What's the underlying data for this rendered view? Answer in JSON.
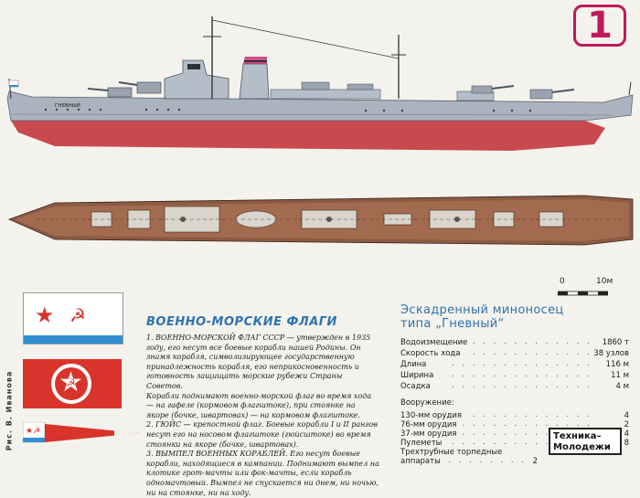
{
  "page_number": "1",
  "credit": "Рис. В. Иванова",
  "flags_section": {
    "title": "ВОЕННО-МОРСКИЕ ФЛАГИ",
    "paragraphs": [
      "1. ВОЕННО-МОРСКОЙ ФЛАГ СССР — утвержден в 1935 году, его несут все боевые корабли нашей Родины. Он знамя корабля, символизирующее государственную принадлежность корабля, его неприкосновенность и готовность защищать морские рубежи Страны Советов.",
      "Корабли поднимают военно-морской флаг во время хода — на гафеле (кормовом флагштоке), при стоянке на якоре (бочке, швартовах) — на кормовом флагштоке.",
      "2. ГЮЙС — крепостной флаг. Боевые корабли I и II рангов несут его на носовом флагштоке (гюйсштоке) во время стоянки на якоре (бочке, швартовах).",
      "3. ВЫМПЕЛ ВОЕННЫХ КОРАБЛЕЙ. Его несут боевые корабли, находящиеся в кампании. Поднимают вымпел на клотике грот-мачты или фок-мачты, если корабль одномачтовый. Вымпел не спускается ни днем, ни ночью, ни на стоянке, ни на ходу."
    ]
  },
  "ship_name": "ГНЕВНЫЙ",
  "scale": {
    "start": "0",
    "end": "10м"
  },
  "specs": {
    "title_line1": "Эскадренный миноносец",
    "title_line2": "типа „Гневный“",
    "rows": [
      {
        "label": "Водоизмещение",
        "value": "1860 т"
      },
      {
        "label": "Скорость хода",
        "value": "38 узлов"
      },
      {
        "label": "Длина",
        "value": "116 м"
      },
      {
        "label": "Ширина",
        "value": "11 м"
      },
      {
        "label": "Осадка",
        "value": "4 м"
      }
    ],
    "armament_title": "Вооружение:",
    "armament": [
      {
        "label": "130-мм орудия",
        "value": "4"
      },
      {
        "label": "76-мм орудия",
        "value": "2"
      },
      {
        "label": "37-мм орудия",
        "value": "4"
      },
      {
        "label": "Пулеметы",
        "value": "8"
      },
      {
        "label": "Трехтрубные торпедные",
        "value": ""
      },
      {
        "label": "аппараты",
        "value": "2"
      }
    ]
  },
  "logo": {
    "line1": "Техника–",
    "line2": "Молодежи"
  },
  "colors": {
    "accent": "#c0185d",
    "title_blue": "#2e73b0",
    "hull_gray": "#aab4bf",
    "hull_red": "#c94a4e",
    "deck_brown": "#8c5a43",
    "flag_red": "#d9342b",
    "flag_blue": "#2f8fd2"
  }
}
